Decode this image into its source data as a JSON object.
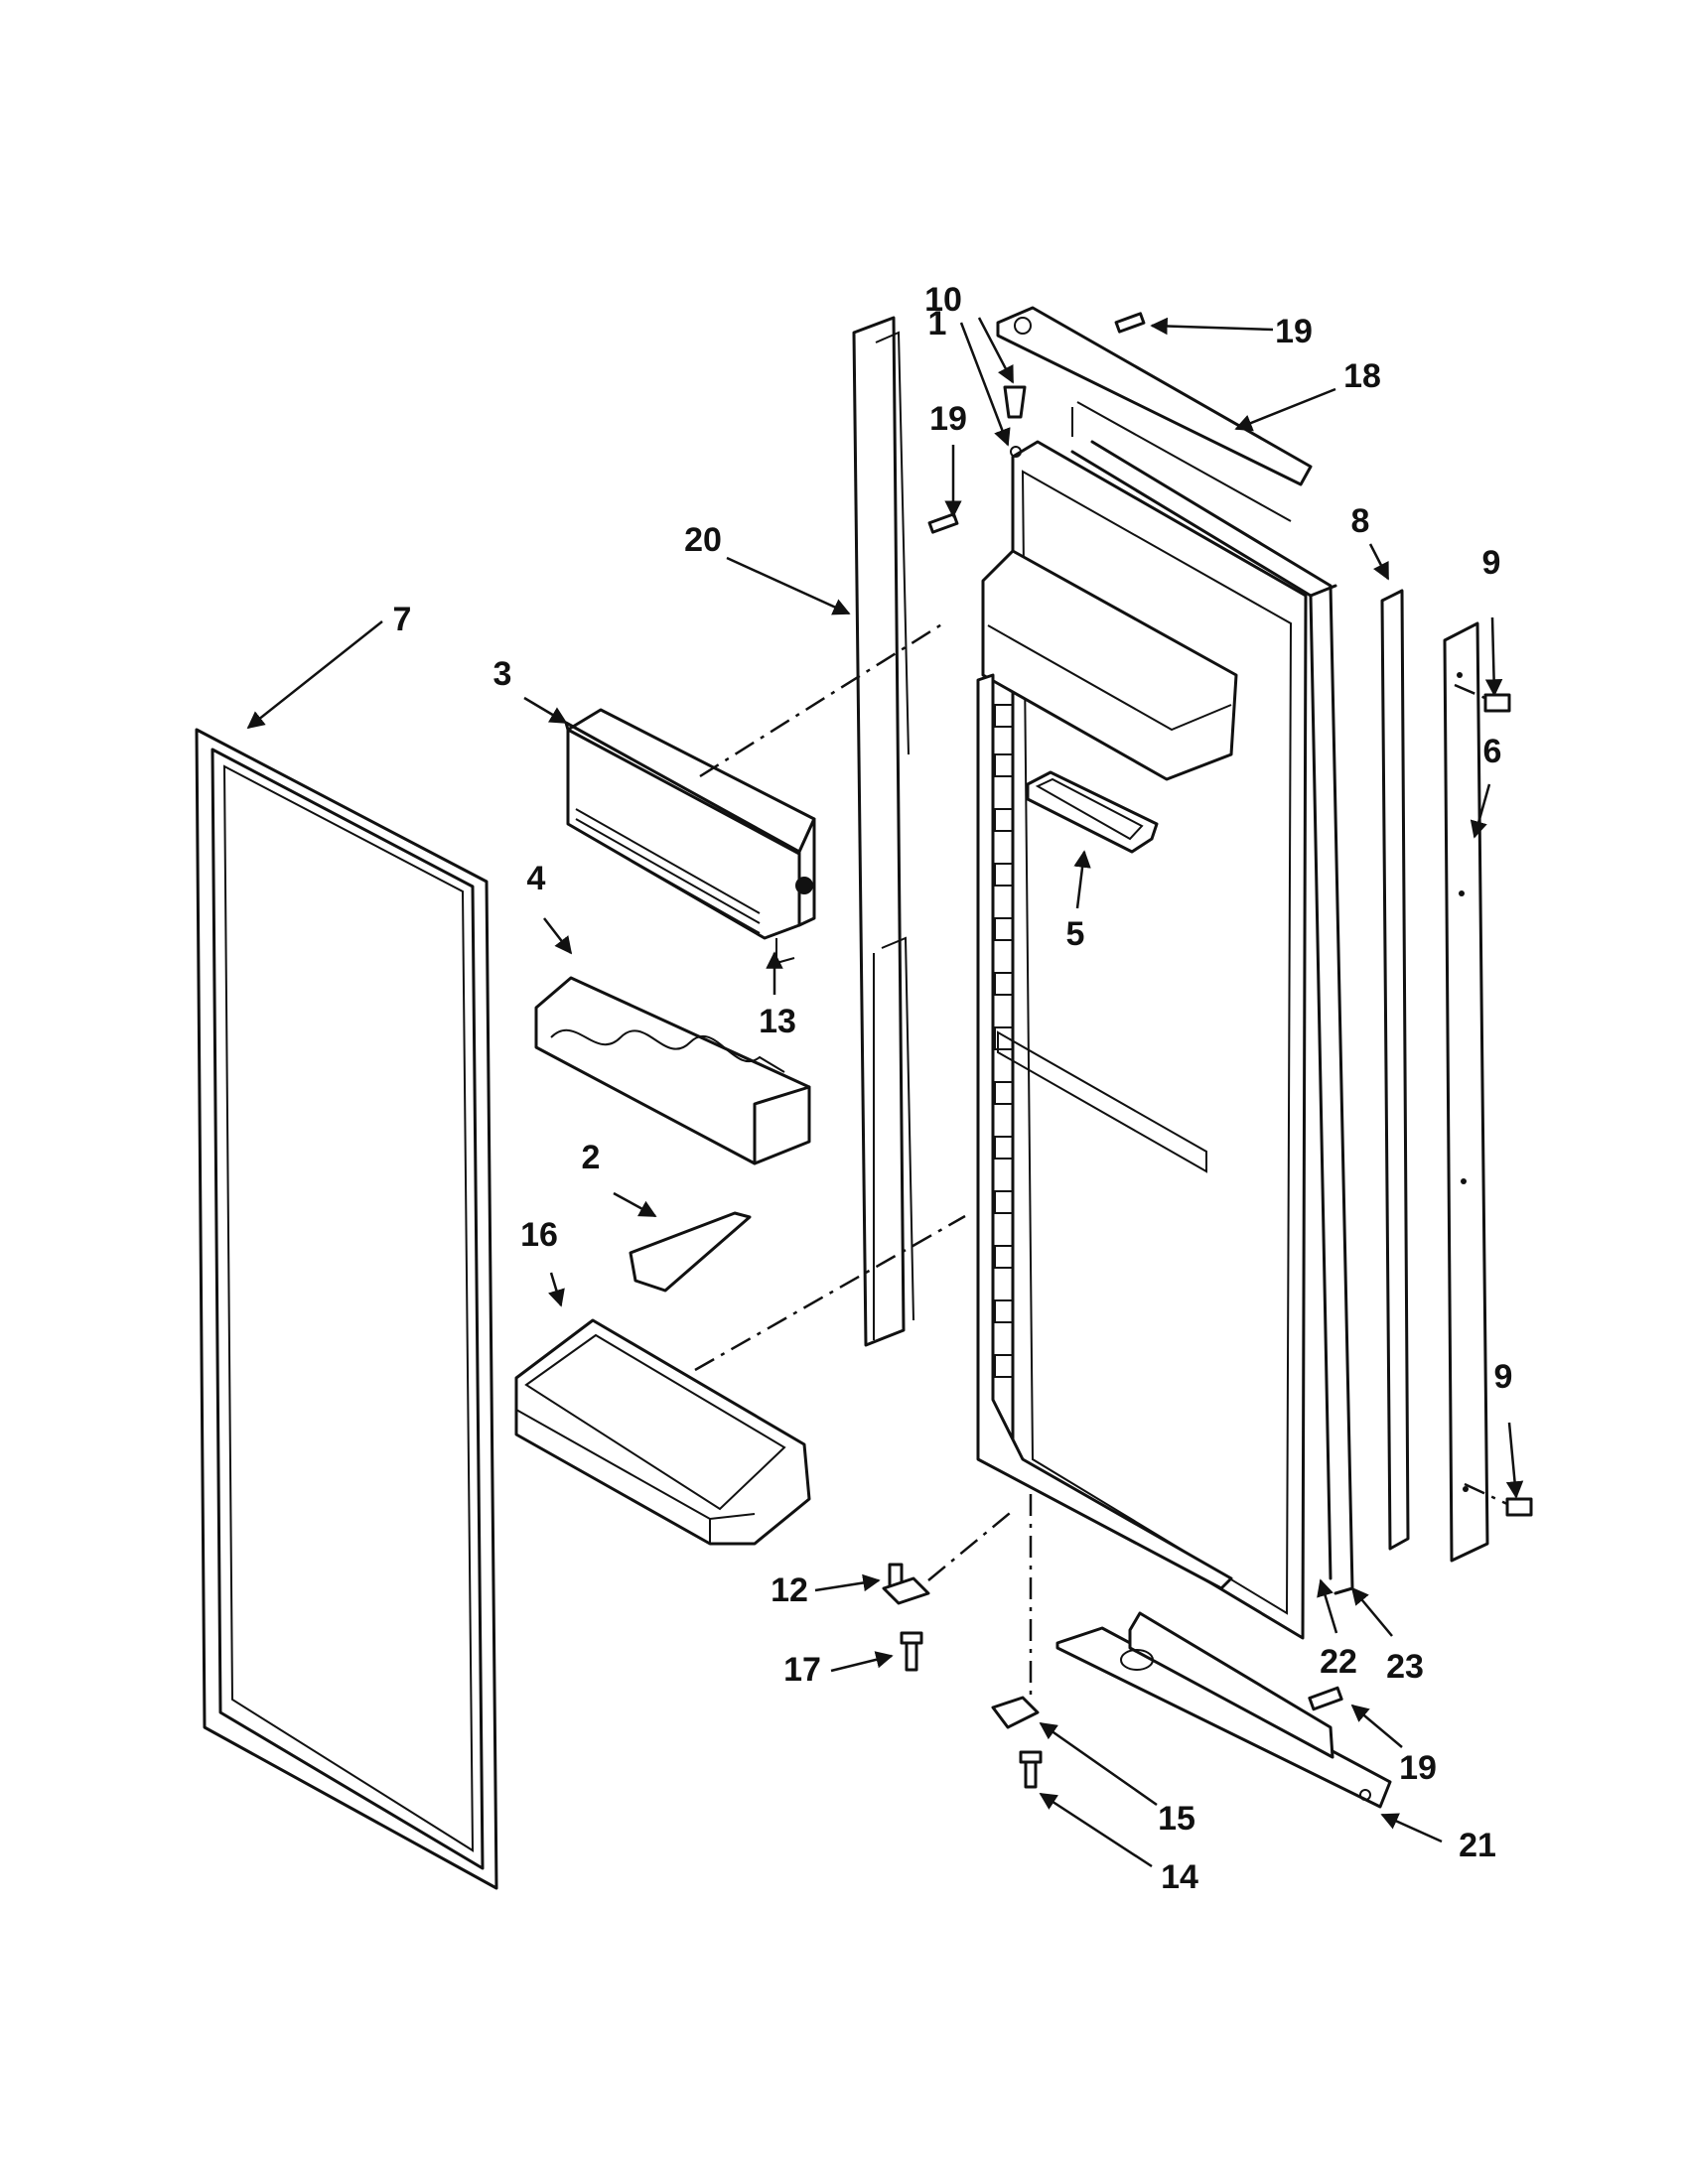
{
  "diagram": {
    "callouts": {
      "c1": "1",
      "c2": "2",
      "c3": "3",
      "c4": "4",
      "c5": "5",
      "c6": "6",
      "c7": "7",
      "c8": "8",
      "c9a": "9",
      "c9b": "9",
      "c10": "10",
      "c12": "12",
      "c13": "13",
      "c14": "14",
      "c15": "15",
      "c16": "16",
      "c17": "17",
      "c18": "18",
      "c19a": "19",
      "c19b": "19",
      "c19c": "19",
      "c20": "20",
      "c21": "21",
      "c22": "22",
      "c23": "23"
    }
  },
  "colors": {
    "line": "#111111",
    "background": "#ffffff"
  }
}
